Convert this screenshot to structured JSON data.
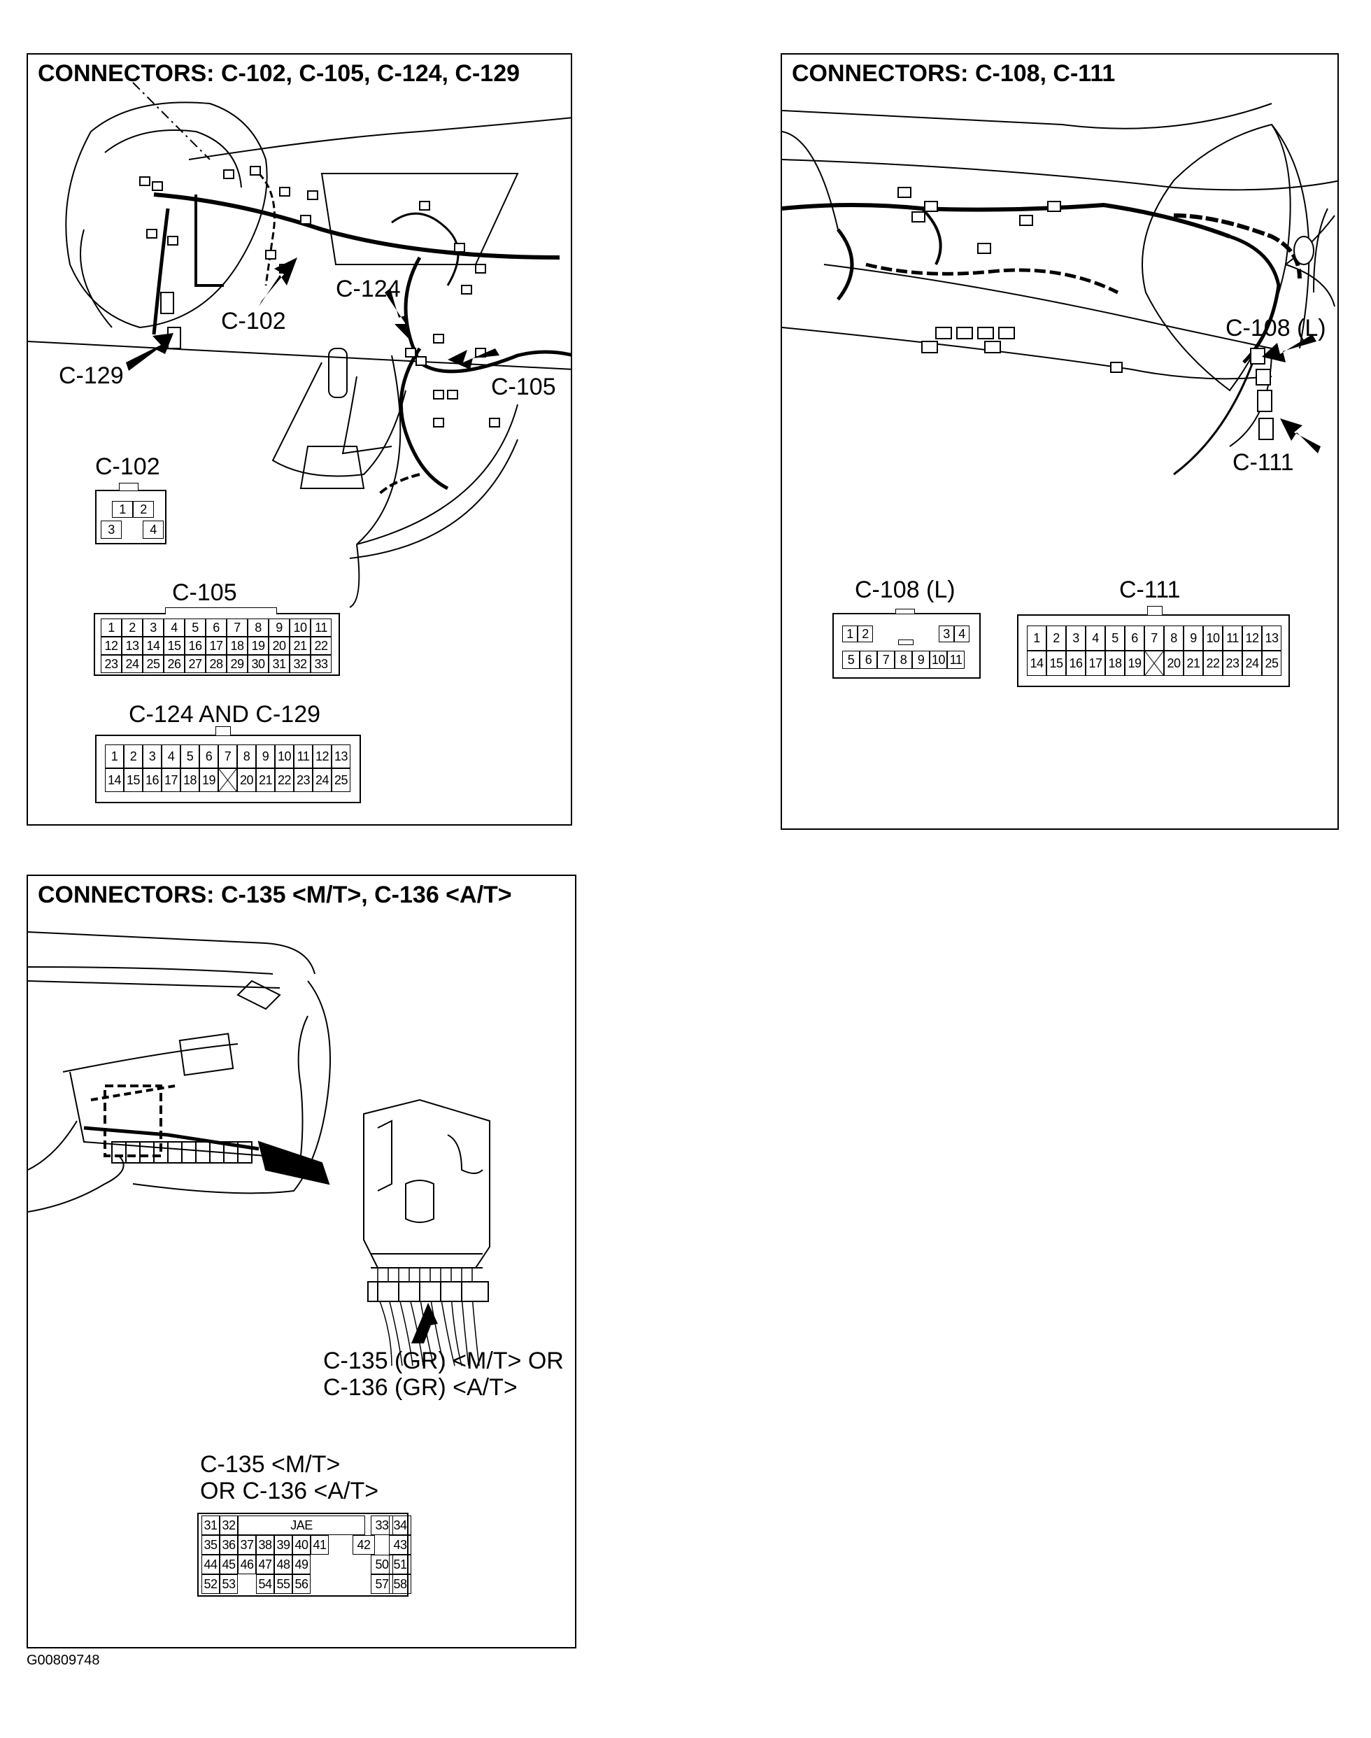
{
  "figure_id": "G00809748",
  "panels": [
    {
      "title": "CONNECTORS: C-102, C-105, C-124, C-129",
      "callouts": [
        "C-124",
        "C-102",
        "C-129",
        "C-105"
      ],
      "connectors": [
        {
          "label": "C-102",
          "rows": [
            [
              "1",
              "2"
            ],
            [
              "3",
              "4"
            ]
          ]
        },
        {
          "label": "C-105",
          "rows": [
            [
              "1",
              "2",
              "3",
              "4",
              "5",
              "6",
              "7",
              "8",
              "9",
              "10",
              "11"
            ],
            [
              "12",
              "13",
              "14",
              "15",
              "16",
              "17",
              "18",
              "19",
              "20",
              "21",
              "22"
            ],
            [
              "23",
              "24",
              "25",
              "26",
              "27",
              "28",
              "29",
              "30",
              "31",
              "32",
              "33"
            ]
          ]
        },
        {
          "label": "C-124 AND C-129",
          "rows": [
            [
              "1",
              "2",
              "3",
              "4",
              "5",
              "6",
              "7",
              "8",
              "9",
              "10",
              "11",
              "12",
              "13"
            ],
            [
              "14",
              "15",
              "16",
              "17",
              "18",
              "19",
              "X",
              "20",
              "21",
              "22",
              "23",
              "24",
              "25"
            ]
          ]
        }
      ]
    },
    {
      "title": "CONNECTORS: C-108, C-111",
      "callouts": [
        "C-108 (L)",
        "C-111"
      ],
      "connectors": [
        {
          "label": "C-108 (L)",
          "rows": [
            [
              "1",
              "2",
              "3",
              "4"
            ],
            [
              "5",
              "6",
              "7",
              "8",
              "9",
              "10",
              "11"
            ]
          ]
        },
        {
          "label": "C-111",
          "rows": [
            [
              "1",
              "2",
              "3",
              "4",
              "5",
              "6",
              "7",
              "8",
              "9",
              "10",
              "11",
              "12",
              "13"
            ],
            [
              "14",
              "15",
              "16",
              "17",
              "18",
              "19",
              "X",
              "20",
              "21",
              "22",
              "23",
              "24",
              "25"
            ]
          ]
        }
      ]
    },
    {
      "title": "CONNECTORS: C-135 <M/T>, C-136 <A/T>",
      "callout_lines": [
        "C-135 (GR) <M/T> OR",
        "C-136 (GR) <A/T>"
      ],
      "connector_label_lines": [
        "C-135 <M/T>",
        "OR C-136 <A/T>"
      ],
      "connector_center_label": "JAE",
      "connector_rows": [
        [
          "31",
          "32",
          "33",
          "34"
        ],
        [
          "35",
          "36",
          "37",
          "38",
          "39",
          "40",
          "41",
          "42",
          "43"
        ],
        [
          "44",
          "45",
          "46",
          "47",
          "48",
          "49",
          "50",
          "51"
        ],
        [
          "52",
          "53",
          "54",
          "55",
          "56",
          "57",
          "58"
        ]
      ]
    }
  ]
}
